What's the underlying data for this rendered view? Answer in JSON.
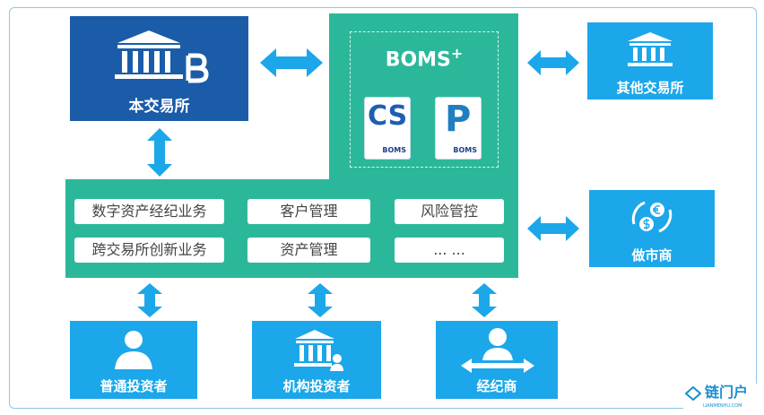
{
  "main_exchange": {
    "label": "本交易所",
    "icon": "bank-bitcoin-icon"
  },
  "platform": {
    "title": "BOMS",
    "sup": "+",
    "logos": [
      {
        "mark": "CS",
        "text": "BOMS"
      },
      {
        "mark": "P",
        "text": "BOMS"
      }
    ]
  },
  "services": [
    "数字资产经纪业务",
    "客户管理",
    "风险管控",
    "跨交易所创新业务",
    "资产管理",
    "... ..."
  ],
  "right": [
    {
      "label": "其他交易所",
      "icon": "bank-icon"
    },
    {
      "label": "做市商",
      "icon": "currency-exchange-icon"
    }
  ],
  "bottom": [
    {
      "label": "普通投资者",
      "icon": "person-icon"
    },
    {
      "label": "机构投资者",
      "icon": "bank-person-icon"
    },
    {
      "label": "经纪商",
      "icon": "broker-icon"
    }
  ],
  "watermark": {
    "text": "链门户",
    "sub": "LIANMENHU.COM"
  },
  "colors": {
    "dark_blue": "#1b5ca8",
    "light_blue": "#1ba7ea",
    "green": "#2bb89a"
  }
}
